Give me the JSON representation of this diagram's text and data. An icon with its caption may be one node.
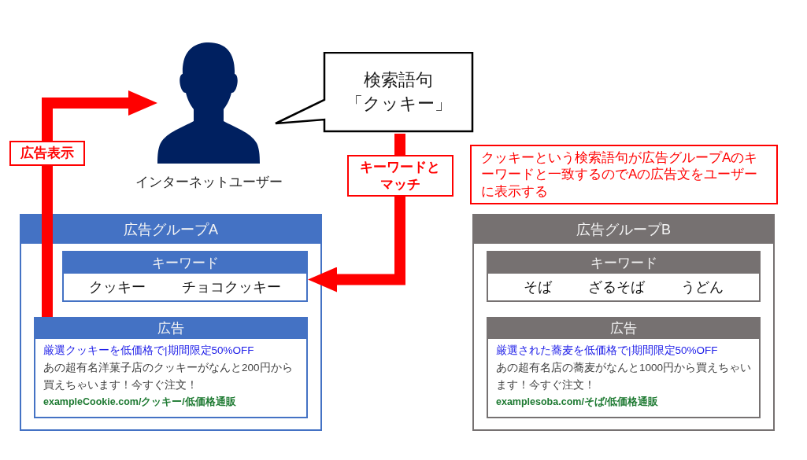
{
  "diagram": {
    "nodes": [
      {
        "text": [],
        "shape": "person",
        "beside": [
          "インターネットユーザー"
        ]
      },
      {
        "text": [
          "検索語句「クッキー」"
        ]
      },
      {
        "text": [
          "クッキーという検索語句が広告グループAのキーワードと一致するのでAの広告文をユーザーに表示する"
        ]
      },
      {
        "text": [
          "広告グループA"
        ]
      },
      {
        "text": [
          "キーワード",
          "クッキー",
          "チョコクッキー"
        ],
        "in": 3
      },
      {
        "text": [
          "広告",
          "厳選クッキーを低価格で|期間限定50%OFF",
          "あの超有名洋菓子店のクッキーがなんと200円から買えちゃいます！今すぐ注文！",
          "exampleCookie.com/クッキー/低価格通販"
        ],
        "in": 3
      },
      {
        "text": [
          "広告グループB"
        ]
      },
      {
        "text": [
          "キーワード",
          "そば",
          "ざるそば",
          "うどん"
        ],
        "in": 6
      },
      {
        "text": [
          "広告",
          "厳選された蕎麦を低価格で|期間限定50%OFF",
          "あの超有名店の蕎麦がなんと1000円から買えちゃいます！今すぐ注文！",
          "examplesoba.com/そば/低価格通販"
        ],
        "in": 6
      }
    ],
    "edges": [
      {
        "from": 1,
        "to": 4,
        "arrow": "to",
        "label": "キーワードとマッチ"
      },
      {
        "from": 5,
        "to": 0,
        "arrow": "to",
        "label": "広告表示"
      }
    ]
  }
}
